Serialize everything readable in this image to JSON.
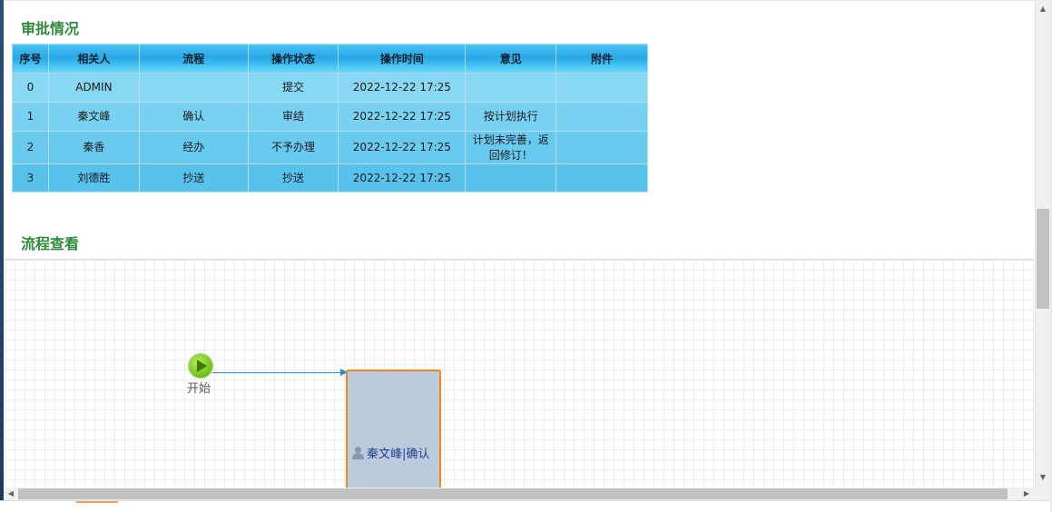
{
  "sections": {
    "approval_title": "审批情况",
    "flow_title": "流程查看"
  },
  "table": {
    "headers": [
      "序号",
      "相关人",
      "流程",
      "操作状态",
      "操作时间",
      "意见",
      "附件"
    ],
    "rows": [
      [
        "0",
        "ADMIN",
        "",
        "提交",
        "2022-12-22 17:25",
        "",
        ""
      ],
      [
        "1",
        "秦文峰",
        "确认",
        "审结",
        "2022-12-22 17:25",
        "按计划执行",
        ""
      ],
      [
        "2",
        "秦香",
        "经办",
        "不予办理",
        "2022-12-22 17:25",
        "计划未完善，返回修订！",
        ""
      ],
      [
        "3",
        "刘德胜",
        "抄送",
        "抄送",
        "2022-12-22 17:25",
        "",
        ""
      ]
    ]
  },
  "flow": {
    "start_label": "开始",
    "task_label": "秦文峰|确认",
    "task_icon": "user-icon"
  },
  "colors": {
    "section_title": "#2e8b3d",
    "task_border": "#e88a1c",
    "task_fill": "#bccade",
    "edge": "#2a8ad0"
  }
}
